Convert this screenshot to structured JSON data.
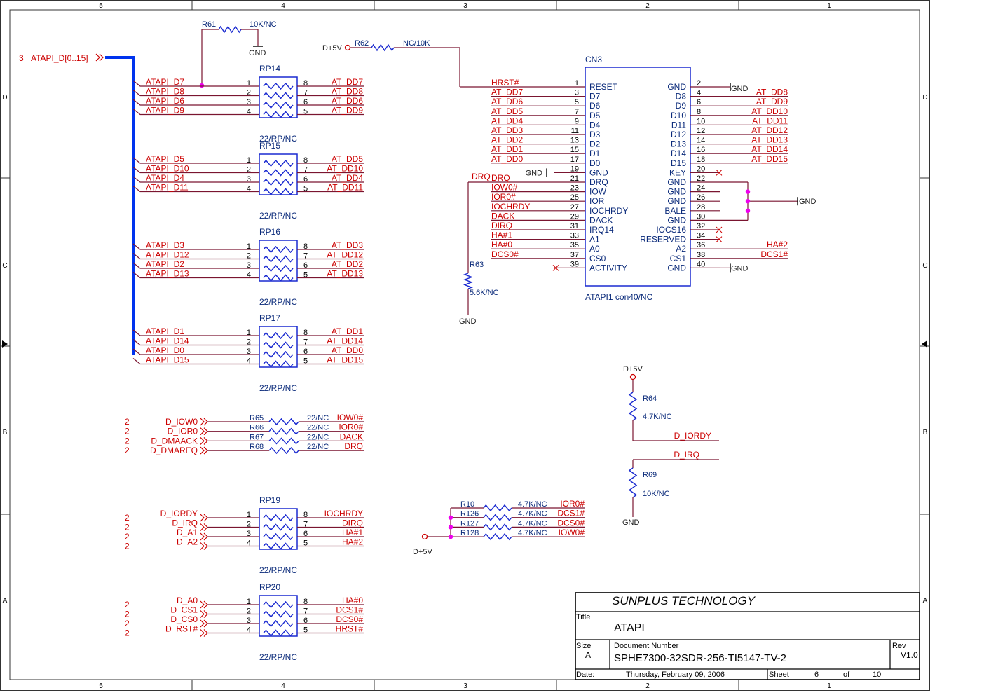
{
  "border": {
    "top_cols": [
      "5",
      "4",
      "3",
      "2",
      "1"
    ],
    "bottom_cols": [
      "5",
      "4",
      "3",
      "2",
      "1"
    ],
    "left_rows": [
      "D",
      "C",
      "B",
      "A"
    ],
    "right_rows": [
      "D",
      "C",
      "B",
      "A"
    ]
  },
  "bus": {
    "label": "ATAPI_D[0..15]",
    "sheet_ref": "3"
  },
  "r61": {
    "ref": "R61",
    "value": "10K/NC",
    "gnd": "GND"
  },
  "r62": {
    "ref": "R62",
    "value": "NC/10K",
    "supply": "D+5V"
  },
  "rpacks": [
    {
      "ref": "RP14",
      "value": "22/RP/NC",
      "left": [
        "ATAPI_D7",
        "ATAPI_D8",
        "ATAPI_D6",
        "ATAPI_D9"
      ],
      "right": [
        "AT_DD7",
        "AT_DD8",
        "AT_DD6",
        "AT_DD9"
      ]
    },
    {
      "ref": "RP15",
      "value": "22/RP/NC",
      "left": [
        "ATAPI_D5",
        "ATAPI_D10",
        "ATAPI_D4",
        "ATAPI_D11"
      ],
      "right": [
        "AT_DD5",
        "AT_DD10",
        "AT_DD4",
        "AT_DD11"
      ]
    },
    {
      "ref": "RP16",
      "value": "22/RP/NC",
      "left": [
        "ATAPI_D3",
        "ATAPI_D12",
        "ATAPI_D2",
        "ATAPI_D13"
      ],
      "right": [
        "AT_DD3",
        "AT_DD12",
        "AT_DD2",
        "AT_DD13"
      ]
    },
    {
      "ref": "RP17",
      "value": "22/RP/NC",
      "left": [
        "ATAPI_D1",
        "ATAPI_D14",
        "ATAPI_D0",
        "ATAPI_D15"
      ],
      "right": [
        "AT_DD1",
        "AT_DD14",
        "AT_DD0",
        "AT_DD15"
      ]
    },
    {
      "ref": "RP19",
      "value": "22/RP/NC",
      "left": [
        "D_IORDY",
        "D_IRQ",
        "D_A1",
        "D_A2"
      ],
      "right": [
        "IOCHRDY",
        "DIRQ",
        "HA#1",
        "HA#2"
      ],
      "sheet": "2"
    },
    {
      "ref": "RP20",
      "value": "22/RP/NC",
      "left": [
        "D_A0",
        "D_CS1",
        "D_CS0",
        "D_RST#"
      ],
      "right": [
        "HA#0",
        "DCS1#",
        "DCS0#",
        "HRST#"
      ],
      "sheet": "2"
    }
  ],
  "rpack_pins": {
    "left": [
      "1",
      "2",
      "3",
      "4"
    ],
    "right": [
      "8",
      "7",
      "6",
      "5"
    ]
  },
  "series": {
    "sheet": "2",
    "rows": [
      {
        "in": "D_IOW0",
        "ref": "R65",
        "value": "22/NC",
        "out": "IOW0#"
      },
      {
        "in": "D_IOR0",
        "ref": "R66",
        "value": "22/NC",
        "out": "IOR0#"
      },
      {
        "in": "D_DMAACK",
        "ref": "R67",
        "value": "22/NC",
        "out": "DACK"
      },
      {
        "in": "D_DMAREQ",
        "ref": "R68",
        "value": "22/NC",
        "out": "DRQ"
      }
    ]
  },
  "pullups": {
    "supply": "D+5V",
    "rows": [
      {
        "ref": "R10",
        "value": "4.7K/NC",
        "out": "IOR0#"
      },
      {
        "ref": "R126",
        "value": "4.7K/NC",
        "out": "DCS1#"
      },
      {
        "ref": "R127",
        "value": "4.7K/NC",
        "out": "DCS0#"
      },
      {
        "ref": "R128",
        "value": "4.7K/NC",
        "out": "IOW0#"
      }
    ]
  },
  "cn3": {
    "ref": "CN3",
    "value": "ATAPI1 con40/NC",
    "left_nets": [
      "HRST#",
      "AT_DD7",
      "AT_DD6",
      "AT_DD5",
      "AT_DD4",
      "AT_DD3",
      "AT_DD2",
      "AT_DD1",
      "AT_DD0",
      "",
      "DRQ",
      "IOW0#",
      "IOR0#",
      "IOCHRDY",
      "DACK",
      "DIRQ",
      "HA#1",
      "HA#0",
      "DCS0#",
      ""
    ],
    "left_pins": [
      "1",
      "3",
      "5",
      "7",
      "9",
      "11",
      "13",
      "15",
      "17",
      "19",
      "21",
      "23",
      "25",
      "27",
      "29",
      "31",
      "33",
      "35",
      "37",
      "39"
    ],
    "left_names": [
      "RESET",
      "D7",
      "D6",
      "D5",
      "D4",
      "D3",
      "D2",
      "D1",
      "D0",
      "GND",
      "DRQ",
      "IOW",
      "IOR",
      "IOCHRDY",
      "DACK",
      "IRQ14",
      "A1",
      "A0",
      "CS0",
      "ACTIVITY"
    ],
    "right_pins": [
      "2",
      "4",
      "6",
      "8",
      "10",
      "12",
      "14",
      "16",
      "18",
      "20",
      "22",
      "24",
      "26",
      "28",
      "30",
      "32",
      "34",
      "36",
      "38",
      "40"
    ],
    "right_names": [
      "GND",
      "D8",
      "D9",
      "D10",
      "D11",
      "D12",
      "D13",
      "D14",
      "D15",
      "KEY",
      "GND",
      "GND",
      "GND",
      "BALE",
      "GND",
      "IOCS16",
      "RESERVED",
      "A2",
      "CS1",
      "GND"
    ],
    "right_nets": [
      "",
      "AT_DD8",
      "AT_DD9",
      "AT_DD10",
      "AT_DD11",
      "AT_DD12",
      "AT_DD13",
      "AT_DD14",
      "AT_DD15",
      "",
      "",
      "",
      "",
      "",
      "",
      "",
      "",
      "HA#2",
      "DCS1#",
      ""
    ],
    "gnd": "GND",
    "drq_label": "DRQ"
  },
  "r63": {
    "ref": "R63",
    "value": "5.6K/NC",
    "gnd": "GND"
  },
  "r64": {
    "ref": "R64",
    "value": "4.7K/NC",
    "supply": "D+5V",
    "net": "D_IORDY"
  },
  "r69": {
    "ref": "R69",
    "value": "10K/NC",
    "gnd": "GND",
    "net": "D_IRQ"
  },
  "titleblock": {
    "company": "SUNPLUS TECHNOLOGY",
    "title_label": "Title",
    "title": "ATAPI",
    "size_label": "Size",
    "size": "A",
    "docnum_label": "Document Number",
    "docnum": "SPHE7300-32SDR-256-TI5147-TV-2",
    "rev_label": "Rev",
    "rev": "V1.0",
    "date_label": "Date:",
    "date": "Thursday, February 09, 2006",
    "sheet_label": "Sheet",
    "sheet": "6",
    "of_label": "of",
    "total": "10"
  },
  "colors": {
    "net": "#cc0000",
    "wire": "#7a1530",
    "component": "#1a2ad0",
    "bus": "#0033ee",
    "junction": "#ee00ee"
  }
}
